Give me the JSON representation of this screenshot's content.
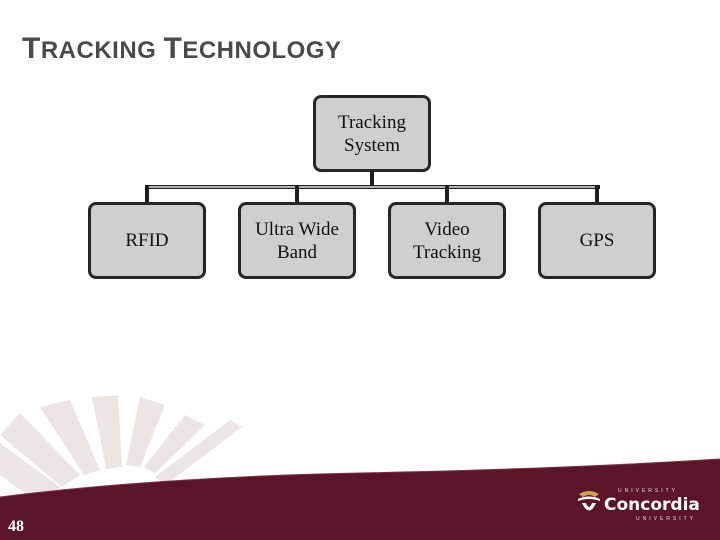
{
  "slide": {
    "title_cap1": "T",
    "title_rest1": "RACKING ",
    "title_cap2": "T",
    "title_rest2": "ECHNOLOGY",
    "page_number": "48"
  },
  "diagram": {
    "root": {
      "line1": "Tracking",
      "line2": "System"
    },
    "children": [
      {
        "line1": "RFID",
        "line2": ""
      },
      {
        "line1": "Ultra Wide",
        "line2": "Band"
      },
      {
        "line1": "Video",
        "line2": "Tracking"
      },
      {
        "line1": "GPS",
        "line2": ""
      }
    ]
  },
  "logo": {
    "top_text": "UNIVERSITY",
    "name": "Concordia",
    "bottom_text": "UNIVERSITY"
  },
  "colors": {
    "footer": "#5c1526",
    "node_fill": "#cfcfcf",
    "node_border": "#262626",
    "title": "#4a4a4a"
  }
}
